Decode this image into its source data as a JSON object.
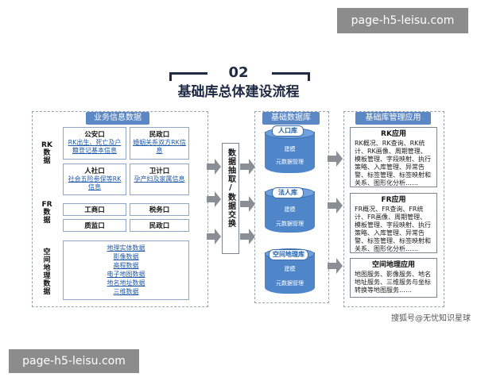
{
  "watermark": {
    "top_right": "page-h5-leisu.com",
    "bottom_left": "page-h5-leisu.com"
  },
  "header": {
    "step_number": "02",
    "title": "基础库总体建设流程"
  },
  "business_panel": {
    "tab": "业务信息数据",
    "row_labels": {
      "rk": "RK数据",
      "fr": "FR数据",
      "space": "空间地理数据"
    },
    "rk_cells": [
      {
        "title": "公安口",
        "desc": "RK出生、死亡及户籍登记基本信息"
      },
      {
        "title": "民政口",
        "desc": "婚姻关系双方RK信息"
      },
      {
        "title": "人社口",
        "desc": "社会五险参保等RK信息"
      },
      {
        "title": "卫计口",
        "desc": "孕产妇及家属信息"
      }
    ],
    "fr_cells": [
      "工商口",
      "税务口",
      "质监口",
      "民政口"
    ],
    "space_items": [
      "地理实体数据",
      "影像数据",
      "高程数据",
      "电子地图数据",
      "地名地址数据",
      "三维数据"
    ]
  },
  "exchange": {
    "label": "数据抽取/数据交换"
  },
  "base_db_panel": {
    "tab": "基础数据库",
    "databases": [
      {
        "name": "人口库",
        "lines": [
          "建模",
          "元数据管理"
        ]
      },
      {
        "name": "法人库",
        "lines": [
          "建模",
          "元数据管理"
        ]
      },
      {
        "name": "空间地理库",
        "lines": [
          "建模",
          "元数据管理"
        ]
      }
    ]
  },
  "mgmt_panel": {
    "tab": "基础库管理应用",
    "boxes": [
      {
        "title": "RK应用",
        "text": "RK概况、RK查询、RK统计、RK画像、周期管理、模板管理、字段映射、执行策略、入库管理、异常告警、标签管理、标签映射和关系、图形化分析……"
      },
      {
        "title": "FR应用",
        "text": "FR概况、FR查询、FR统计、FR画像、周期管理、模板管理、字段映射、执行策略、入库管理、异常告警、标签管理、标签映射和关系、图形化分析……"
      },
      {
        "title": "空间地理应用",
        "text": "地图服务、影像服务、地名地址服务、三维服务与坐标转换等地图服务……"
      }
    ]
  },
  "credit": "搜狐号@无忧知识星球",
  "colors": {
    "accent": "#4f86c9",
    "title": "#1f2a44",
    "link": "#1e5aa8"
  }
}
